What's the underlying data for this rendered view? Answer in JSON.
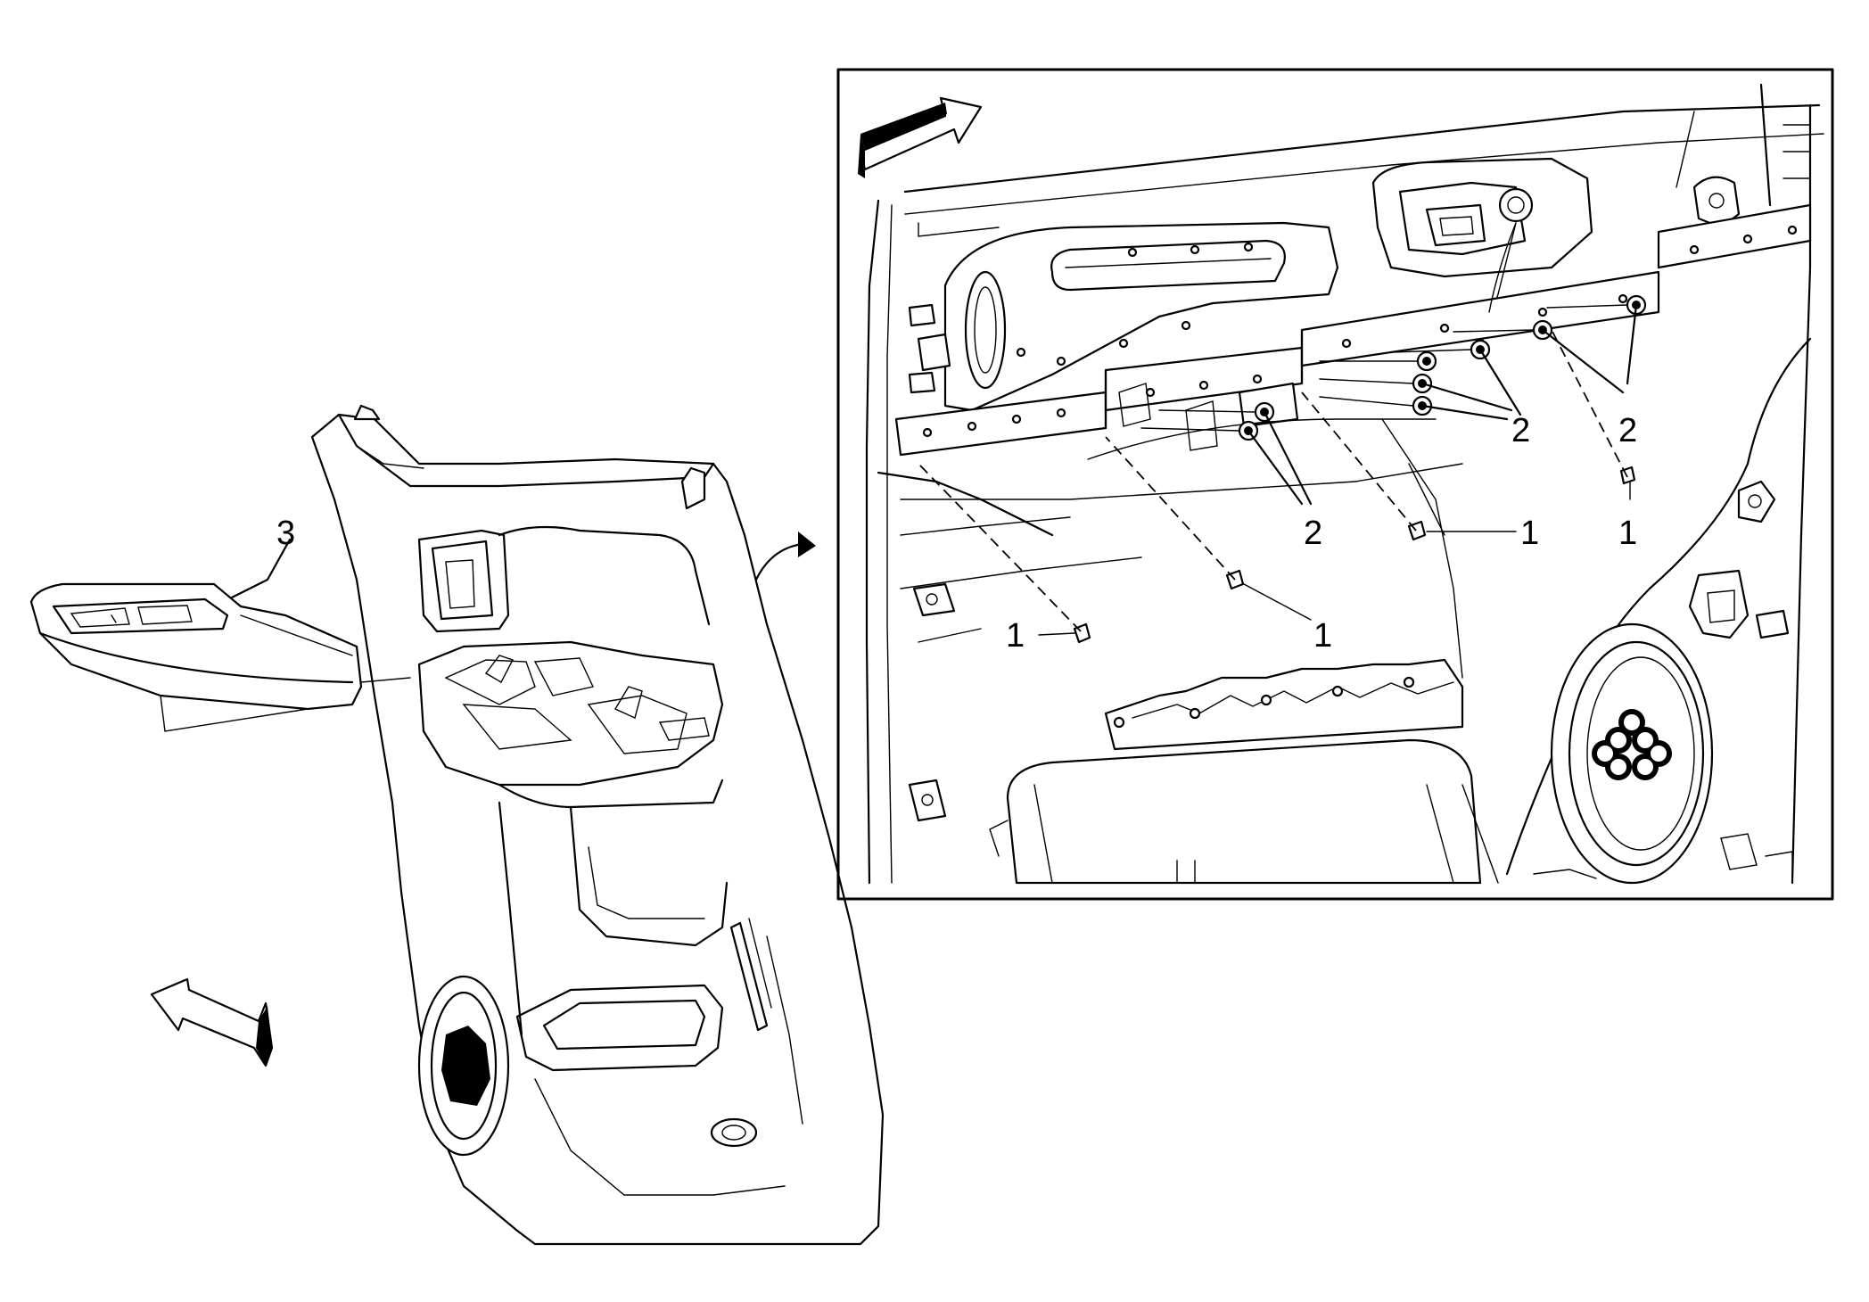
{
  "callouts": {
    "label_1": "1",
    "label_2": "2",
    "label_3": "3"
  },
  "icons": {
    "direction_arrow": "front-direction-arrow-icon",
    "transition_arrow": "curved-view-arrow-icon",
    "speaker": "speaker-icon",
    "fastener": "bolt-icon"
  }
}
